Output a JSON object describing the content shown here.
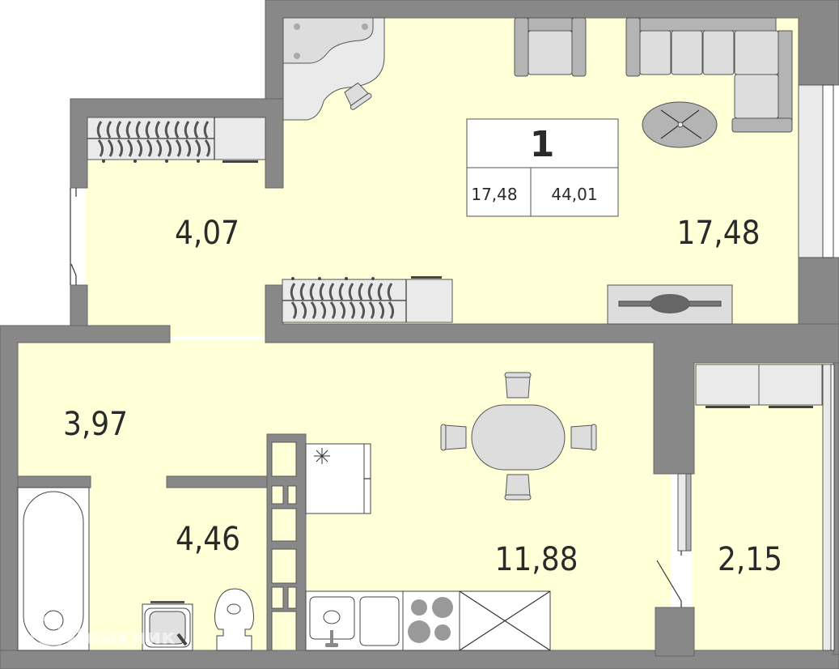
{
  "plan": {
    "room_count": "1",
    "living_area": "17,48",
    "total_area": "44,01",
    "rooms": [
      {
        "name": "hallway-upper",
        "area": "4,07"
      },
      {
        "name": "living-room",
        "area": "17,48"
      },
      {
        "name": "hallway-lower",
        "area": "3,97"
      },
      {
        "name": "bathroom",
        "area": "4,46"
      },
      {
        "name": "kitchen",
        "area": "11,88"
      },
      {
        "name": "balcony",
        "area": "2,15"
      }
    ]
  },
  "watermark": "Домклик",
  "colors": {
    "wall": "#888888",
    "floor": "#FFFFD8",
    "furniture": "#DDDDDD"
  }
}
